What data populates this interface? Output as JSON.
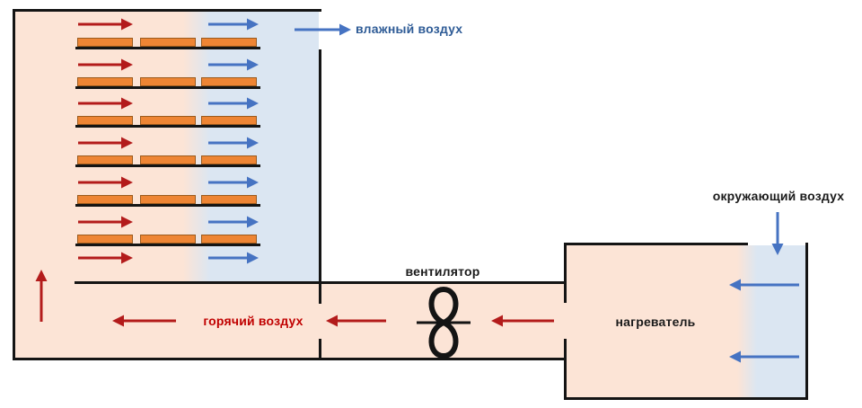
{
  "labels": {
    "humid_air": "влажный воздух",
    "ambient_air": "окружающий воздух",
    "fan": "вентилятор",
    "heater": "нагреватель",
    "hot_air": "горячий воздух"
  },
  "colors": {
    "wall": "#141414",
    "hot_fill": "#fce4d6",
    "cool_fill": "#dbe6f2",
    "tray_fill": "#ee8534",
    "tray_border": "#9a5a1d",
    "hot_arrow": "#b31b1b",
    "cool_arrow": "#4673c2",
    "hot_text": "#c00000",
    "humid_text": "#2e5b96",
    "label_text": "#1a1a1a"
  },
  "chamber": {
    "shelf_count": 6,
    "trays_per_shelf": 3,
    "airflow_row_count": 7
  }
}
